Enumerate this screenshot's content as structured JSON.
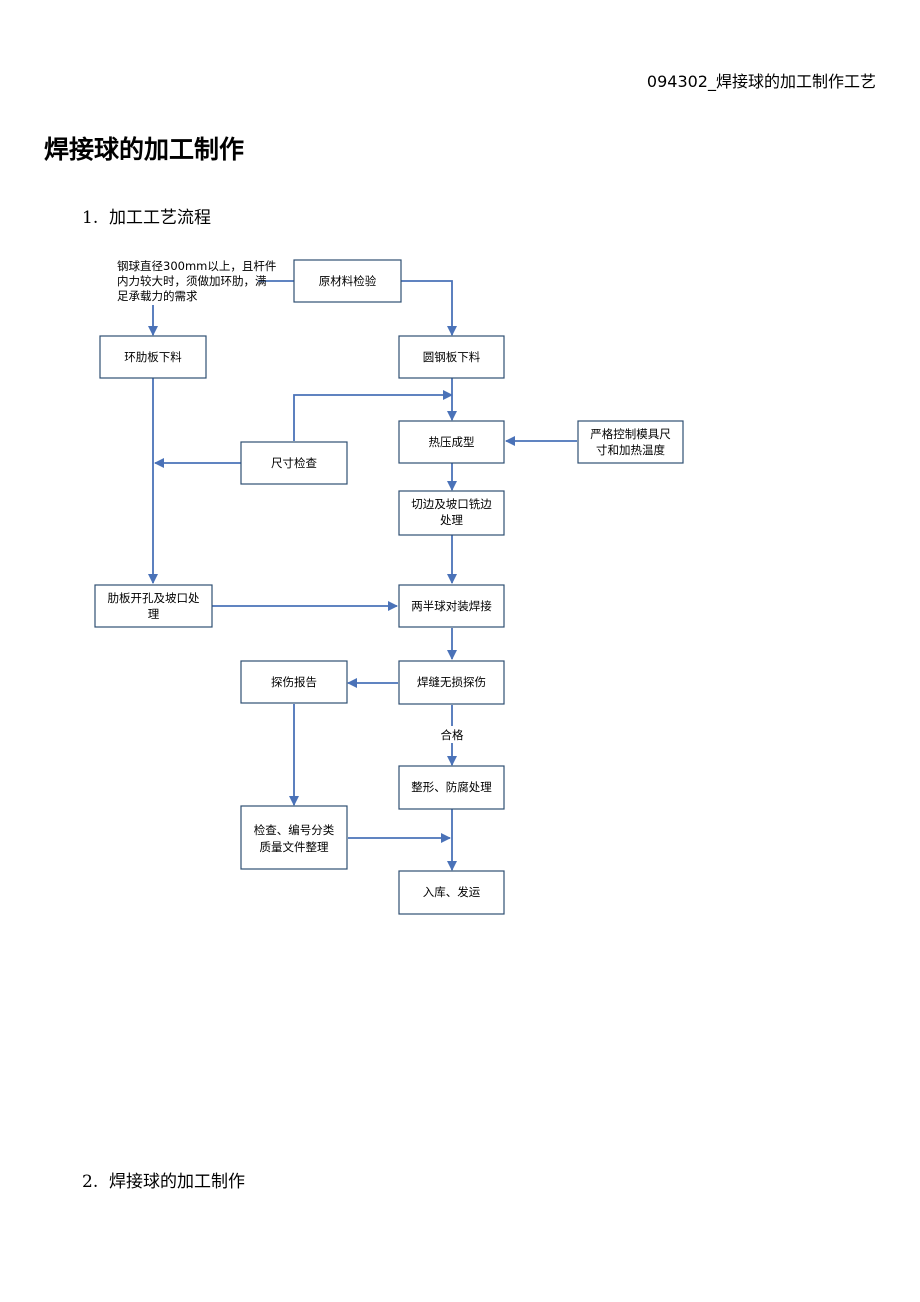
{
  "header": "094302_焊接球的加工制作工艺",
  "title": "焊接球的加工制作",
  "section1": {
    "num": "1.",
    "text": "加工工艺流程"
  },
  "section2": {
    "num": "2.",
    "text": "焊接球的加工制作"
  },
  "flow": {
    "note": [
      "钢球直径300mm以上，且杆件",
      "内力较大时，须做加环肋，满",
      "足承载力的需求"
    ],
    "raw_inspect": "原材料检验",
    "ring_cut": "环肋板下料",
    "round_cut": "圆钢板下料",
    "hot_press": "热压成型",
    "control": [
      "严格控制模具尺",
      "寸和加热温度"
    ],
    "size_check": "尺寸检查",
    "edge_trim": [
      "切边及坡口铣边",
      "处理"
    ],
    "rib_hole": [
      "肋板开孔及坡口处",
      "理"
    ],
    "assemble": "两半球对装焊接",
    "ndt": "焊缝无损探伤",
    "report": "探伤报告",
    "pass_label": "合格",
    "shaping": "整形、防腐处理",
    "check_number": [
      "检查、编号分类",
      "质量文件整理"
    ],
    "store_ship": "入库、发运"
  }
}
